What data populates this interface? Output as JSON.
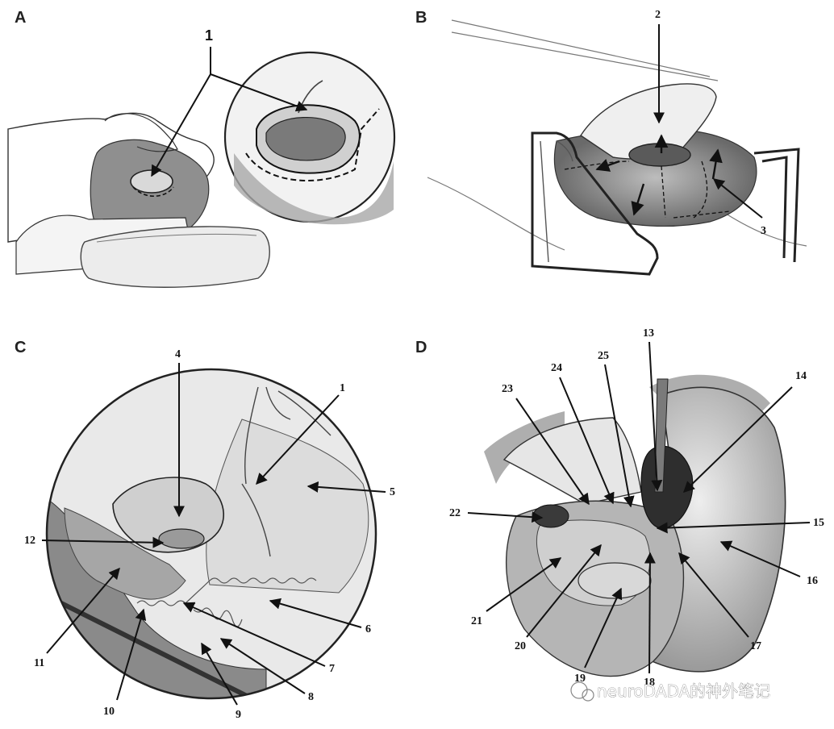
{
  "panels": [
    {
      "letter": "A",
      "callouts": [
        "1"
      ]
    },
    {
      "letter": "B",
      "callouts": [
        "2",
        "3"
      ]
    },
    {
      "letter": "C",
      "callouts": [
        "1",
        "4",
        "5",
        "6",
        "7",
        "8",
        "9",
        "10",
        "11",
        "12"
      ]
    },
    {
      "letter": "D",
      "callouts": [
        "13",
        "14",
        "15",
        "16",
        "17",
        "18",
        "19",
        "20",
        "21",
        "22",
        "23",
        "24",
        "25"
      ]
    }
  ],
  "watermark": "neuroDADA的神外笔记"
}
